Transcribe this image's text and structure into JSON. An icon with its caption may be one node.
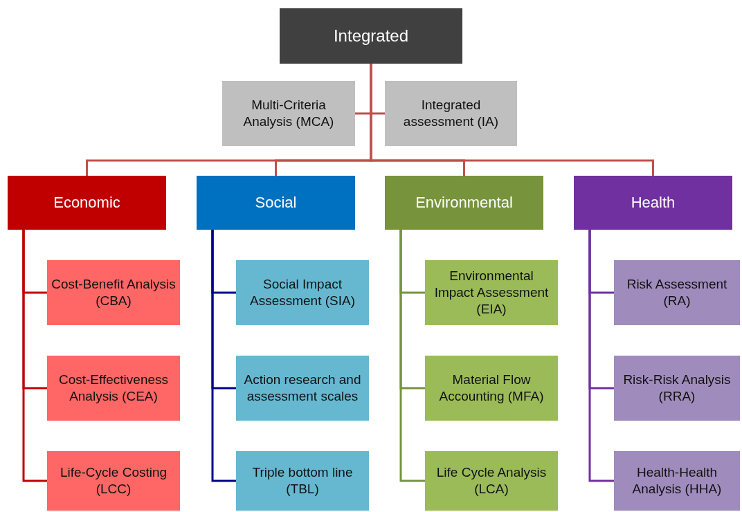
{
  "diagram": {
    "nodes": [
      {
        "text": [
          "Integrated"
        ]
      },
      {
        "text": [
          "Multi-Criteria Analysis (MCA)"
        ]
      },
      {
        "text": [
          "Integrated assessment (IA)"
        ]
      },
      {
        "text": [
          "Economic"
        ]
      },
      {
        "text": [
          "Social"
        ]
      },
      {
        "text": [
          "Environmental"
        ]
      },
      {
        "text": [
          "Health"
        ]
      },
      {
        "text": [
          "Cost-Benefit Analysis (CBA)"
        ]
      },
      {
        "text": [
          "Cost-Effectiveness Analysis (CEA)"
        ]
      },
      {
        "text": [
          "Life-Cycle Costing (LCC)"
        ]
      },
      {
        "text": [
          "Social Impact Assessment (SIA)"
        ]
      },
      {
        "text": [
          "Action research and assessment scales"
        ]
      },
      {
        "text": [
          "Triple bottom line (TBL)"
        ]
      },
      {
        "text": [
          "Environmental Impact Assessment (EIA)"
        ]
      },
      {
        "text": [
          "Material Flow Accounting (MFA)"
        ]
      },
      {
        "text": [
          "Life Cycle Analysis (LCA)"
        ]
      },
      {
        "text": [
          "Risk Assessment (RA)"
        ]
      },
      {
        "text": [
          "Risk-Risk Analysis (RRA)"
        ]
      },
      {
        "text": [
          "Health-Health Analysis (HHA)"
        ]
      }
    ],
    "edges": [
      {
        "from": 0,
        "to": 1,
        "arrow": "none"
      },
      {
        "from": 0,
        "to": 2,
        "arrow": "none"
      },
      {
        "from": 0,
        "to": 3,
        "arrow": "none"
      },
      {
        "from": 0,
        "to": 4,
        "arrow": "none"
      },
      {
        "from": 0,
        "to": 5,
        "arrow": "none"
      },
      {
        "from": 0,
        "to": 6,
        "arrow": "none"
      },
      {
        "from": 3,
        "to": 7,
        "arrow": "none",
        "color": "#c00000"
      },
      {
        "from": 3,
        "to": 8,
        "arrow": "none",
        "color": "#c00000"
      },
      {
        "from": 3,
        "to": 9,
        "arrow": "none",
        "color": "#c00000"
      },
      {
        "from": 4,
        "to": 10,
        "arrow": "none",
        "color": "#00008b"
      },
      {
        "from": 4,
        "to": 11,
        "arrow": "none",
        "color": "#00008b"
      },
      {
        "from": 4,
        "to": 12,
        "arrow": "none",
        "color": "#00008b"
      },
      {
        "from": 5,
        "to": 13,
        "arrow": "none",
        "color": "#77933c"
      },
      {
        "from": 5,
        "to": 14,
        "arrow": "none",
        "color": "#77933c"
      },
      {
        "from": 5,
        "to": 15,
        "arrow": "none",
        "color": "#77933c"
      },
      {
        "from": 6,
        "to": 16,
        "arrow": "none",
        "color": "#7030a0"
      },
      {
        "from": 6,
        "to": 17,
        "arrow": "none",
        "color": "#7030a0"
      },
      {
        "from": 6,
        "to": 18,
        "arrow": "none",
        "color": "#7030a0"
      }
    ]
  }
}
